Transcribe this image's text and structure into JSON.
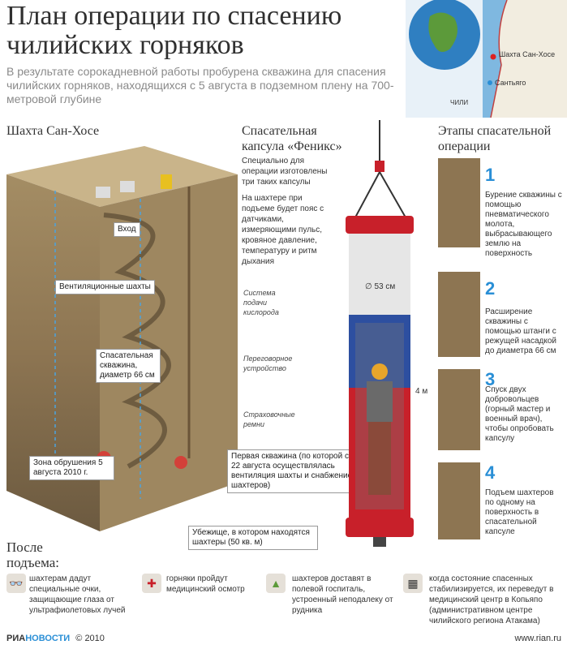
{
  "title": "План операции по спасению чилийских горняков",
  "subtitle": "В результате сорокадневной работы пробурена скважина для спасения чилийских горняков, находящихся с 5 августа в подземном плену на 700-метровой глубине",
  "map": {
    "mine_label": "Шахта Сан-Хосе",
    "city_label": "Сантьяго",
    "country_label": "ЧИЛИ"
  },
  "mine_section": {
    "heading": "Шахта Сан-Хосе",
    "labels": {
      "entrance": "Вход",
      "ventilation": "Вентиляционные шахты",
      "rescue_well": "Спасательная скважина, диаметр 66 см",
      "collapse": "Зона обрушения 5 августа 2010 г.",
      "first_well": "Первая скважина (по которой с 22 августа осуществлялась вентиляция шахты и снабжение шахтеров)",
      "shelter": "Убежище, в котором находятся шахтеры (50 кв. м)"
    }
  },
  "capsule": {
    "heading": "Спасательная капсула «Феникс»",
    "intro": "Специально для операции изготовлены три таких капсулы",
    "belt": "На шахтере при подъеме будет пояс с датчиками, измеряющими пульс, кровяное давление, температуру и ритм дыхания",
    "oxygen": "Система подачи кислорода",
    "comm": "Переговорное устройство",
    "straps": "Страховочные ремни",
    "diameter": "∅ 53 см",
    "height": "4 м"
  },
  "stages": {
    "heading": "Этапы спасательной операции",
    "items": [
      {
        "num": "1",
        "text": "Бурение скважины с помощью пневматического молота, выбрасывающего землю на поверхность"
      },
      {
        "num": "2",
        "text": "Расширение скважины с помощью штанги с режущей насадкой до диаметра 66 см"
      },
      {
        "num": "3",
        "text": "Спуск двух добровольцев (горный мастер и военный врач), чтобы опробовать капсулу"
      },
      {
        "num": "4",
        "text": "Подъем шахтеров по одному на поверхность в спасательной капсуле"
      }
    ]
  },
  "after": {
    "heading": "После подъема:",
    "items": [
      {
        "icon": "glasses-icon",
        "text": "шахтерам дадут специальные очки, защищающие глаза от ультрафиолетовых лучей"
      },
      {
        "icon": "medical-icon",
        "text": "горняки пройдут медицинский осмотр"
      },
      {
        "icon": "tent-icon",
        "text": "шахтеров доставят в полевой госпиталь, устроенный неподалеку от рудника"
      },
      {
        "icon": "hospital-icon",
        "text": "когда состояние спасенных стабилизируется, их переведут в медицинский центр в Копьяпо (административном центре чилийского региона Атакама)"
      }
    ]
  },
  "footer": {
    "logo_ria": "РИА",
    "logo_novosti": "НОВОСТИ",
    "copyright": "© 2010",
    "site": "www.rian.ru"
  },
  "colors": {
    "accent_blue": "#2a8fd6",
    "capsule_red": "#c8202a",
    "capsule_blue": "#2d4fa0",
    "earth": "#8a7454"
  }
}
